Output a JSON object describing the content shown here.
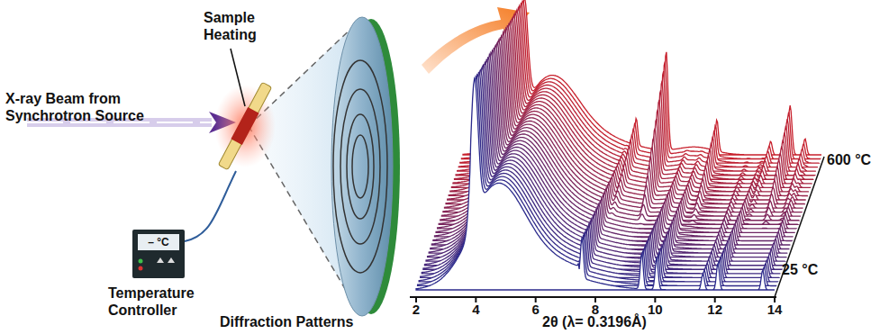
{
  "diagram": {
    "labels": [
      "Sample Heating",
      "X-ray Beam from Synchrotron Source",
      "– °C",
      "Temperature Controller",
      "Diffraction Patterns",
      "2θ (λ= 0.3196Å)",
      "600 °C",
      "25 °C",
      "2",
      "4",
      "6",
      "8",
      "10",
      "12",
      "14"
    ]
  }
}
